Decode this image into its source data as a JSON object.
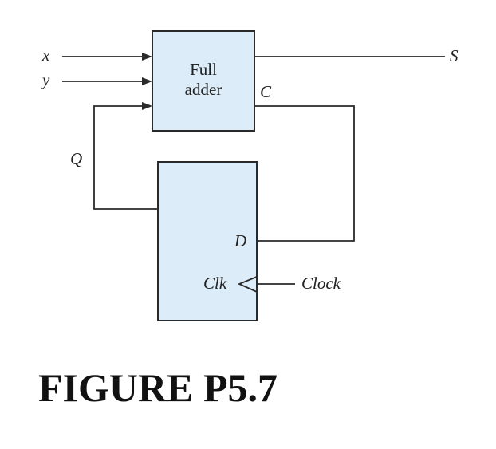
{
  "diagram": {
    "inputs": {
      "x": "x",
      "y": "y"
    },
    "full_adder": {
      "line1": "Full",
      "line2": "adder",
      "carry_label": "C"
    },
    "sum_output": "S",
    "feedback_label": "Q",
    "flip_flop": {
      "d_label": "D",
      "clk_label": "Clk"
    },
    "clock_label": "Clock",
    "colors": {
      "block_fill": "#dcecf8",
      "line": "#2a2a2a"
    }
  },
  "caption": "FIGURE P5.7"
}
